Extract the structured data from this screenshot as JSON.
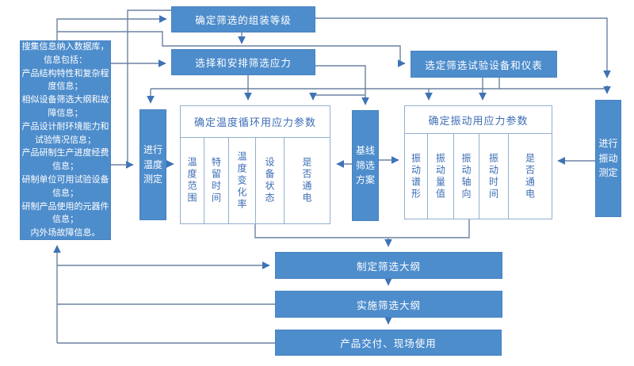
{
  "colors": {
    "box_blue": "#4e8dcc",
    "box_text": "#ffffff",
    "group_border": "#93afcf",
    "group_text": "#3d6db5",
    "line": "#6b82a3",
    "arrow": "#3e73b6",
    "background": "#ffffff"
  },
  "info_box": {
    "lines": [
      "搜集信息纳入数据库，",
      "信息包括：",
      "产品结构特性和复杂程",
      "度信息；",
      "相似设备筛选大纲和故",
      "障信息；",
      "产品设计耐环境能力和",
      "试验情况信息；",
      "产品研制生产进度经费",
      "信息；",
      "研制单位可用试验设备",
      "信息；",
      "研制产品使用的元器件",
      "信息；",
      "内外场故障信息。"
    ]
  },
  "boxes": {
    "assemble": "确定筛选的组装等级",
    "stress": "选择和安排筛选应力",
    "equip": "选定筛选试验设备和仪表",
    "temp_measure": "进行\n温度\n测定",
    "baseline": "基线\n筛选\n方案",
    "vib_measure": "进行\n振动\n测定",
    "outline": "制定筛选大纲",
    "implement": "实施筛选大纲",
    "delivery": "产品交付、现场使用"
  },
  "temp_group": {
    "title": "确定温度循环用应力参数",
    "columns": [
      "温度范围",
      "特留时间",
      "温度变化率",
      "设备状态",
      "是否通电"
    ]
  },
  "vib_group": {
    "title": "确定振动用应力参数",
    "columns": [
      "振动谱形",
      "振动量值",
      "振动轴向",
      "振动时间",
      "是否通电"
    ]
  }
}
